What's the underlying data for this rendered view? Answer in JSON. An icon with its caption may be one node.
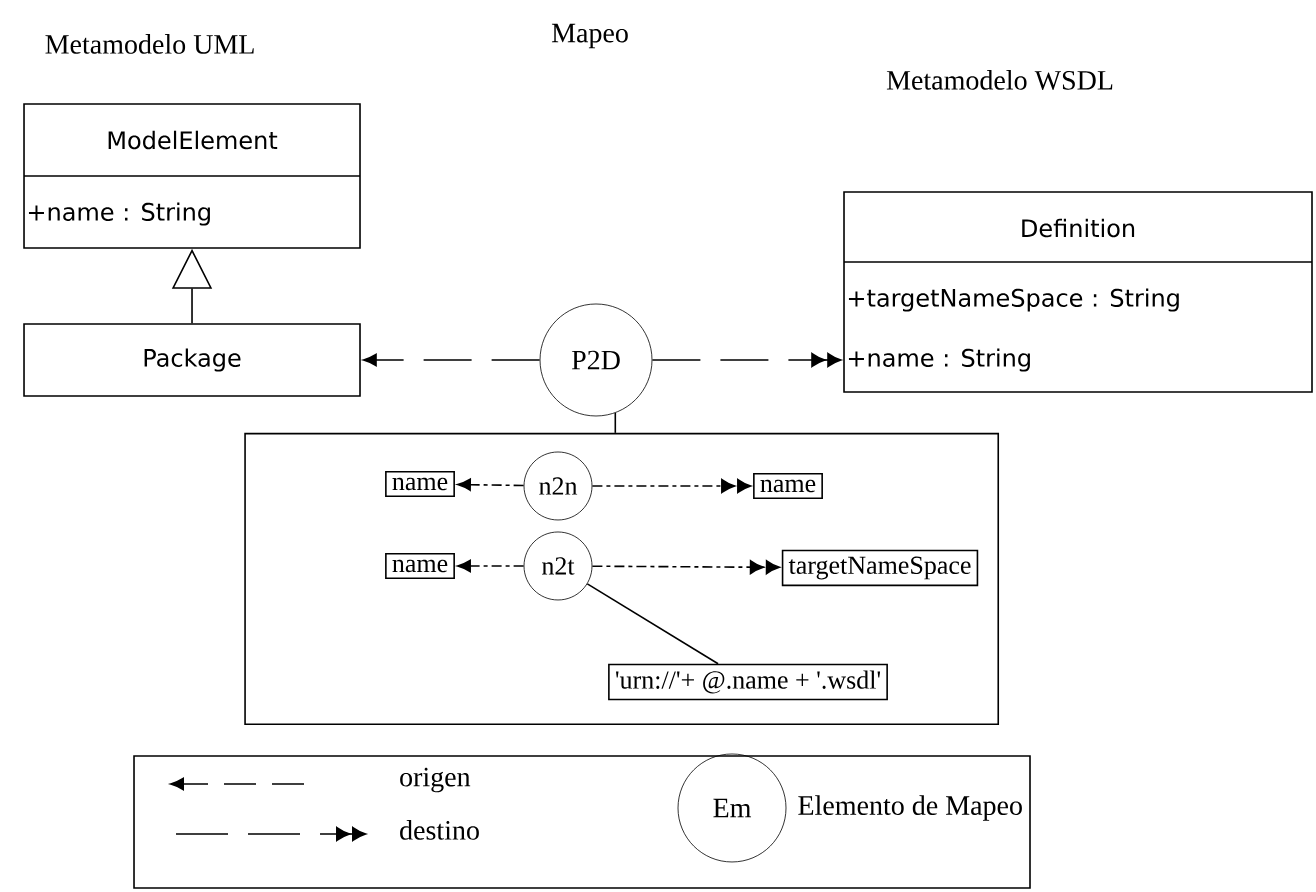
{
  "diagram": {
    "nodes": [
      {
        "text": [
          "ModelElement",
          "+name : String"
        ]
      },
      {
        "text": [
          "Package"
        ]
      },
      {
        "text": [
          "Definition",
          "+targetNameSpace : String",
          "+name : String"
        ]
      },
      {
        "text": [
          "P2D"
        ]
      },
      {
        "text": [],
        "shape": "box"
      },
      {
        "text": [
          "name"
        ],
        "in": 4
      },
      {
        "text": [
          "n2n"
        ],
        "in": 4
      },
      {
        "text": [
          "name"
        ],
        "in": 4
      },
      {
        "text": [
          "name"
        ],
        "in": 4
      },
      {
        "text": [
          "n2t"
        ],
        "in": 4
      },
      {
        "text": [
          "targetNameSpace"
        ],
        "in": 4
      },
      {
        "text": [
          "'urn://'+ @.name + '.wsdl'"
        ],
        "in": 4
      },
      {
        "text": [
          "Em"
        ],
        "beside": [
          "Elemento de Mapeo"
        ]
      }
    ],
    "edges": [
      {
        "from": 1,
        "to": 0,
        "arrow": "to"
      },
      {
        "from": 3,
        "to": 1,
        "arrow": "to",
        "style": "dashed"
      },
      {
        "from": 3,
        "to": 2,
        "arrow": "to",
        "style": "dashed"
      },
      {
        "from": 3,
        "to": 4,
        "arrow": "none"
      },
      {
        "from": 6,
        "to": 5,
        "arrow": "to",
        "style": "dashed"
      },
      {
        "from": 6,
        "to": 7,
        "arrow": "to",
        "style": "dashed"
      },
      {
        "from": 9,
        "to": 8,
        "arrow": "to",
        "style": "dashed"
      },
      {
        "from": 9,
        "to": 10,
        "arrow": "to",
        "style": "dashed"
      },
      {
        "from": 9,
        "to": 11,
        "arrow": "none"
      }
    ],
    "labels": [
      "Metamodelo UML",
      "Mapeo",
      "Metamodelo WSDL"
    ],
    "legend": [
      {
        "text": "origen"
      },
      {
        "text": "destino"
      }
    ]
  }
}
